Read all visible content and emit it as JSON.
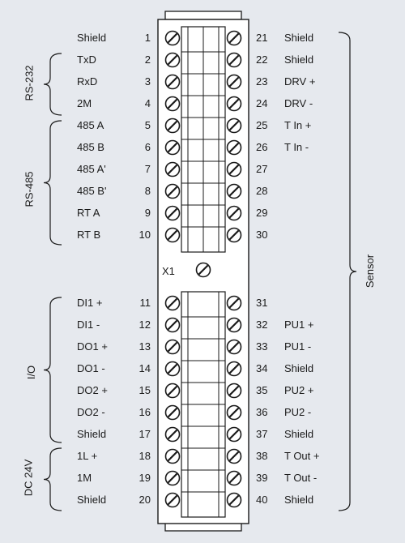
{
  "left_top": [
    {
      "num": "1",
      "label": "Shield"
    },
    {
      "num": "2",
      "label": "TxD"
    },
    {
      "num": "3",
      "label": "RxD"
    },
    {
      "num": "4",
      "label": "2M"
    },
    {
      "num": "5",
      "label": "485 A"
    },
    {
      "num": "6",
      "label": "485 B"
    },
    {
      "num": "7",
      "label": "485 A'"
    },
    {
      "num": "8",
      "label": "485 B'"
    },
    {
      "num": "9",
      "label": "RT A"
    },
    {
      "num": "10",
      "label": "RT B"
    }
  ],
  "right_top": [
    {
      "num": "21",
      "label": "Shield"
    },
    {
      "num": "22",
      "label": "Shield"
    },
    {
      "num": "23",
      "label": "DRV +"
    },
    {
      "num": "24",
      "label": "DRV -"
    },
    {
      "num": "25",
      "label": "T In +"
    },
    {
      "num": "26",
      "label": "T In -"
    },
    {
      "num": "27",
      "label": ""
    },
    {
      "num": "28",
      "label": ""
    },
    {
      "num": "29",
      "label": ""
    },
    {
      "num": "30",
      "label": ""
    }
  ],
  "left_bottom": [
    {
      "num": "11",
      "label": "DI1 +"
    },
    {
      "num": "12",
      "label": "DI1 -"
    },
    {
      "num": "13",
      "label": "DO1 +"
    },
    {
      "num": "14",
      "label": "DO1 -"
    },
    {
      "num": "15",
      "label": "DO2 +"
    },
    {
      "num": "16",
      "label": "DO2 -"
    },
    {
      "num": "17",
      "label": "Shield"
    },
    {
      "num": "18",
      "label": "1L +"
    },
    {
      "num": "19",
      "label": "1M"
    },
    {
      "num": "20",
      "label": "Shield"
    }
  ],
  "right_bottom": [
    {
      "num": "31",
      "label": ""
    },
    {
      "num": "32",
      "label": "PU1 +"
    },
    {
      "num": "33",
      "label": "PU1 -"
    },
    {
      "num": "34",
      "label": "Shield"
    },
    {
      "num": "35",
      "label": "PU2 +"
    },
    {
      "num": "36",
      "label": "PU2 -"
    },
    {
      "num": "37",
      "label": "Shield"
    },
    {
      "num": "38",
      "label": "T Out +"
    },
    {
      "num": "39",
      "label": "T Out -"
    },
    {
      "num": "40",
      "label": "Shield"
    }
  ],
  "connector_label": "X1",
  "groups": {
    "rs232": "RS-232",
    "rs485": "RS-485",
    "io": "I/O",
    "dc24v": "DC 24V",
    "sensor": "Sensor"
  },
  "colors": {
    "background": "#e6e9ee",
    "line": "#1a1a1a",
    "block_fill": "#ffffff"
  }
}
